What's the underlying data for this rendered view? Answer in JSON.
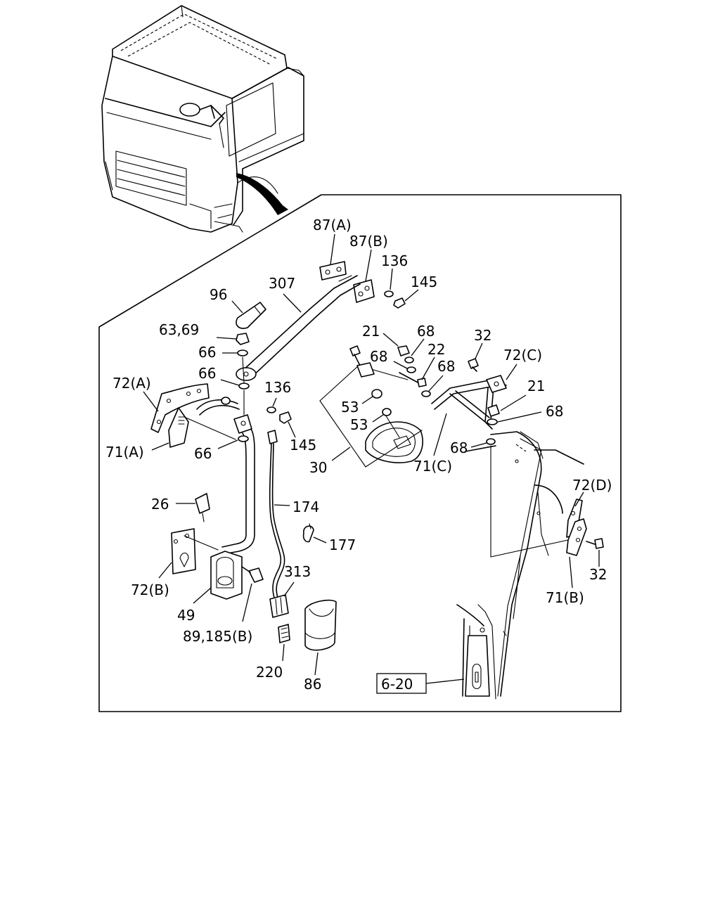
{
  "labels": {
    "l_87a": "87(A)",
    "l_87b": "87(B)",
    "l_136_top": "136",
    "l_145_top": "145",
    "l_307": "307",
    "l_96": "96",
    "l_6369": "63,69",
    "l_66_a": "66",
    "l_66_b": "66",
    "l_136_mid": "136",
    "l_72a": "72(A)",
    "l_71a": "71(A)",
    "l_66_c": "66",
    "l_145_mid": "145",
    "l_21_left": "21",
    "l_68_a": "68",
    "l_68_b": "68",
    "l_22": "22",
    "l_68_c": "68",
    "l_53_a": "53",
    "l_53_b": "53",
    "l_30": "30",
    "l_32_top": "32",
    "l_72c": "72(C)",
    "l_21_right": "21",
    "l_68_d": "68",
    "l_68_e": "68",
    "l_71c": "71(C)",
    "l_26": "26",
    "l_174": "174",
    "l_177": "177",
    "l_72b": "72(B)",
    "l_313": "313",
    "l_49": "49",
    "l_89185b": "89,185(B)",
    "l_220": "220",
    "l_86": "86",
    "l_72d": "72(D)",
    "l_32_right": "32",
    "l_71b": "71(B)",
    "l_620": "6-20"
  }
}
